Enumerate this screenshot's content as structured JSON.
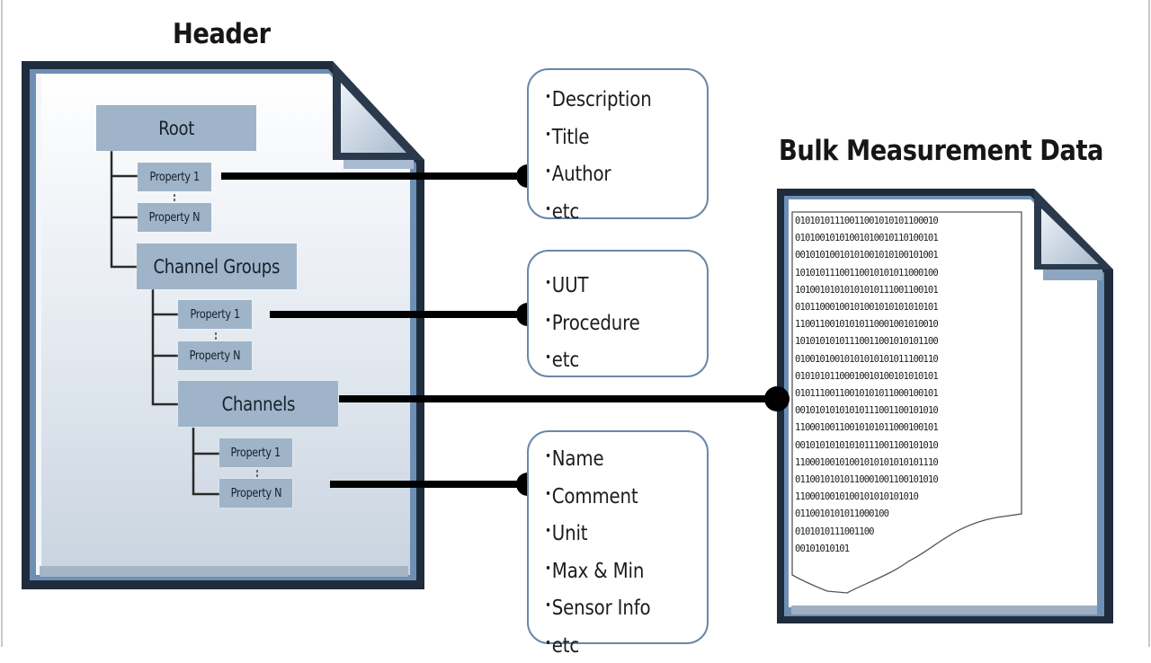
{
  "header_doc": {
    "title": "Header",
    "tree": {
      "root": "Root",
      "root_properties": [
        "Property 1",
        "Property N"
      ],
      "channel_groups": "Channel Groups",
      "group_properties": [
        "Property 1",
        "Property N"
      ],
      "channels": "Channels",
      "channel_properties": [
        "Property 1",
        "Property N"
      ]
    }
  },
  "info_boxes": {
    "file_properties": [
      "Description",
      "Title",
      "Author",
      "etc"
    ],
    "group_properties": [
      "UUT",
      "Procedure",
      "etc"
    ],
    "channel_properties": [
      "Name",
      "Comment",
      "Unit",
      "Max & Min",
      "Sensor Info",
      "etc"
    ],
    "bullet": "•"
  },
  "bulk_doc": {
    "title": "Bulk Measurement Data",
    "binary_rows": [
      "01010101110011001010101100010",
      "01010010101001010010110100101",
      "00101010010101001010100101001",
      "10101011100110010101011000100",
      "10100101010101010111001100101",
      "01011000100101001010101010101",
      "11001100101010110001001010010",
      "10101010101110011001010101100",
      "01001010010101010101011100110",
      "01010101100010010100101010101",
      "01011100110010101011000100101",
      "00101010101010111001100101010",
      "11000100110010101011000100101",
      "00101010101010111001100101010",
      "11000100101001010101010101110",
      "01100101010110001001100101010",
      "1100010010100101010101010",
      "0110010101011000100",
      "0101010111001100",
      "00101010101"
    ]
  },
  "colors": {
    "frame_dark": "#1e2c3c",
    "frame_blue": "#6e8fb4",
    "node_fill": "#9fb4c8",
    "connector": "#000000",
    "box_border": "#6a88a8"
  }
}
